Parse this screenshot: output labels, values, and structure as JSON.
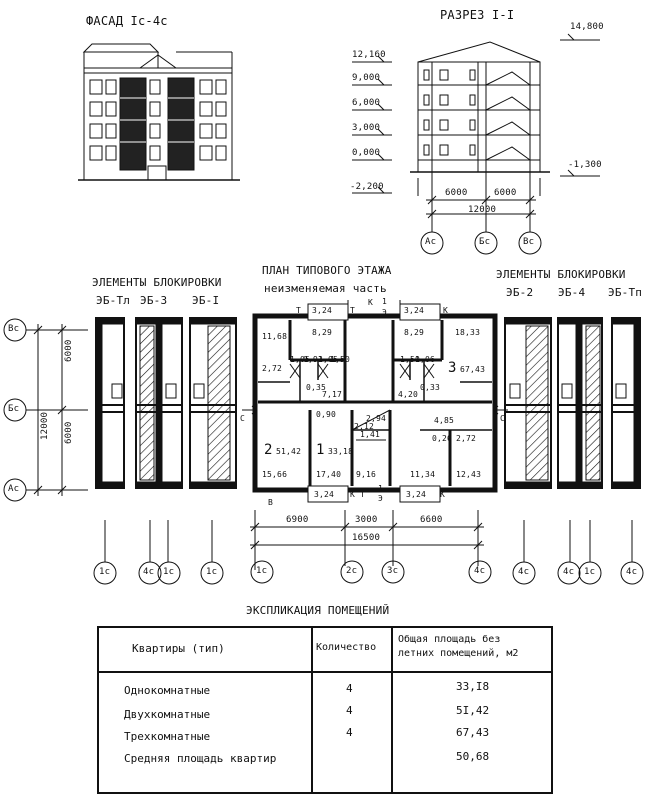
{
  "facade": {
    "title": "ФАСАД Iс-4с"
  },
  "section": {
    "title": "РАЗРЕЗ I-I",
    "levels": [
      "12,160",
      "9,000",
      "6,000",
      "3,000",
      "0,000",
      "-2,200"
    ],
    "top_mark": "14,800",
    "low_mark": "-1,300",
    "dims": [
      "6000",
      "6000",
      "12000"
    ],
    "axes": [
      "Ас",
      "Бс",
      "Вс"
    ]
  },
  "left_elements": {
    "title": "ЭЛЕМЕНТЫ БЛОКИРОВКИ",
    "labels": [
      "ЭБ-Тл",
      "ЭБ-3",
      "ЭБ-I"
    ],
    "axes": [
      "Вс",
      "Бс",
      "Ас"
    ],
    "dims": [
      "6000",
      "6000",
      "12000"
    ],
    "bottom_axes": [
      "1с",
      "4с",
      "1с",
      "1с"
    ]
  },
  "plan": {
    "title": "ПЛАН ТИПОВОГО ЭТАЖА",
    "subtitle": "неизменяемая часть",
    "areas": [
      "3,24",
      "3,24",
      "11,68",
      "8,29",
      "8,29",
      "18,33",
      "2,72",
      "1,05",
      "0,93",
      "1,05",
      "1,50",
      "1,50",
      "1,06",
      "0,35",
      "7,17",
      "4,20",
      "0,33",
      "0,90",
      "2,94",
      "2,12",
      "1,41",
      "4,85",
      "0,26",
      "2,72",
      "15,66",
      "17,40",
      "9,16",
      "11,34",
      "12,43",
      "3,24",
      "3,24"
    ],
    "apartments": [
      {
        "num": "2",
        "area": "51,42"
      },
      {
        "num": "1",
        "area": "33,18"
      },
      {
        "num": "3",
        "area": "67,43"
      }
    ],
    "marks": [
      "Т",
      "К",
      "1",
      "Э",
      "Т",
      "К",
      "В",
      "К",
      "Т",
      "1",
      "Э",
      "К",
      "С",
      "С"
    ],
    "dims": [
      "6900",
      "3000",
      "6600",
      "16500"
    ],
    "bottom_axes": [
      "1с",
      "2с",
      "3с",
      "4с"
    ]
  },
  "right_elements": {
    "title": "ЭЛЕМЕНТЫ БЛОКИРОВКИ",
    "labels": [
      "ЭБ-2",
      "ЭБ-4",
      "ЭБ-Тп"
    ],
    "bottom_axes": [
      "4с",
      "4с",
      "1с",
      "4с"
    ]
  },
  "explication": {
    "title": "ЭКСПЛИКАЦИЯ ПОМЕЩЕНИЙ",
    "headers": [
      "Квартиры (тип)",
      "Количество",
      "Общая площадь без",
      "летних помещений, м2"
    ],
    "rows": [
      {
        "type": "Однокомнатные",
        "count": "4",
        "area": "33,I8"
      },
      {
        "type": "Двухкомнатные",
        "count": "4",
        "area": "5I,42"
      },
      {
        "type": "Трехкомнатные",
        "count": "4",
        "area": "67,43"
      },
      {
        "type": "Средняя площадь квартир",
        "count": "",
        "area": "50,68"
      }
    ]
  }
}
